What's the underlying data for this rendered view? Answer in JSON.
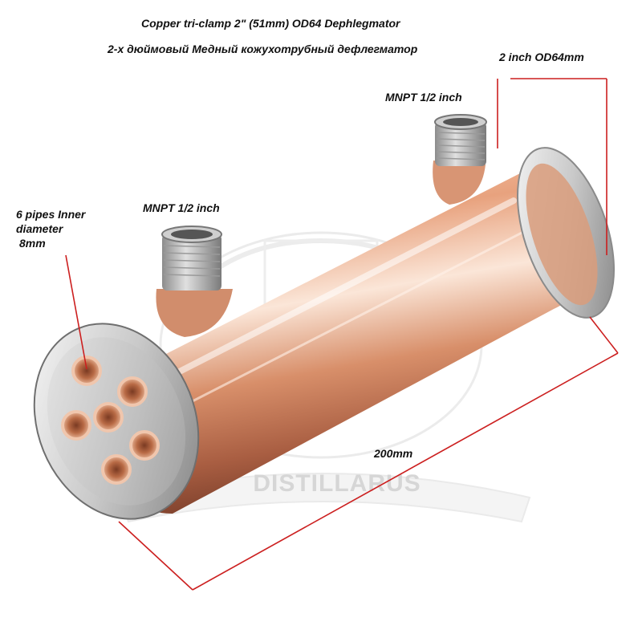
{
  "labels": {
    "title_en": "Copper tri-clamp 2\" (51mm) OD64   Dephlegmator",
    "title_ru": "2-х дюймовый Медный кожухотрубный дефлегматор",
    "od": "2 inch OD64mm",
    "mnpt_top": "MNPT 1/2 inch",
    "mnpt_left": "MNPT 1/2 inch",
    "pipes_line1": "6 pipes Inner",
    "pipes_line2": "diameter",
    "pipes_line3": "8mm",
    "length": "200mm"
  },
  "watermark": {
    "text": "DISTILLARUS"
  },
  "colors": {
    "copper_light": "#f2c3a6",
    "copper_mid": "#d88f6a",
    "copper_dark": "#8a4a33",
    "steel_light": "#f4f4f4",
    "steel_dark": "#8e8e8e",
    "callout_red": "#cc1f1f",
    "watermark_gray": "#e6e6e6"
  }
}
